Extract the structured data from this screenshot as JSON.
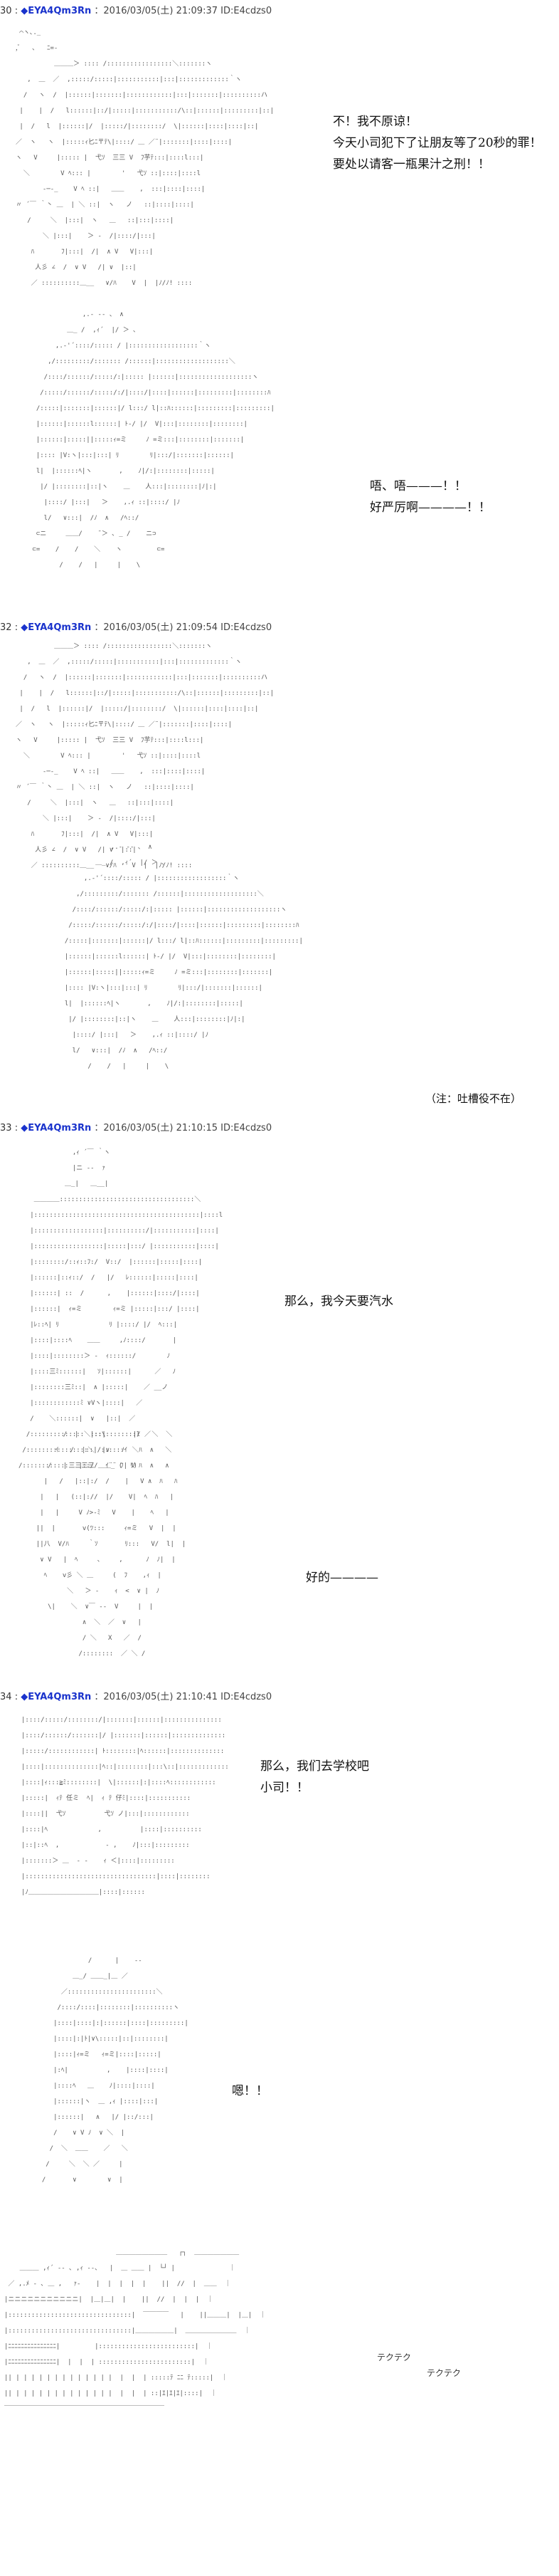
{
  "posts": [
    {
      "number": "30",
      "name": "◆EYA4Qm3Rn",
      "meta": "：2016/03/05(土) 21:09:37 ID:E4cdzs0",
      "speech_1": [
        "不！我不原谅！",
        "今天小司犯下了让朋友等了20秒的罪！",
        "要处以请客一瓶果汁之刑！！"
      ],
      "speech_2": [
        "唔、唔———！！",
        "好严厉啊————！！"
      ]
    },
    {
      "number": "32",
      "name": "◆EYA4Qm3Rn",
      "meta": "：2016/03/05(土) 21:09:54 ID:E4cdzs0",
      "note": "（注：吐槽役不在）"
    },
    {
      "number": "33",
      "name": "◆EYA4Qm3Rn",
      "meta": "：2016/03/05(土) 21:10:15 ID:E4cdzs0",
      "speech_1": [
        "那么，我今天要汽水"
      ],
      "speech_2": [
        "好的————"
      ]
    },
    {
      "number": "34",
      "name": "◆EYA4Qm3Rn",
      "meta": "：2016/03/05(土) 21:10:41 ID:E4cdzs0",
      "speech_1": [
        "那么，我们去学校吧",
        "小司！！"
      ],
      "speech_2": [
        "嗯！！"
      ],
      "sfx_1": "テクテク",
      "sfx_2": "テクテク"
    }
  ]
}
